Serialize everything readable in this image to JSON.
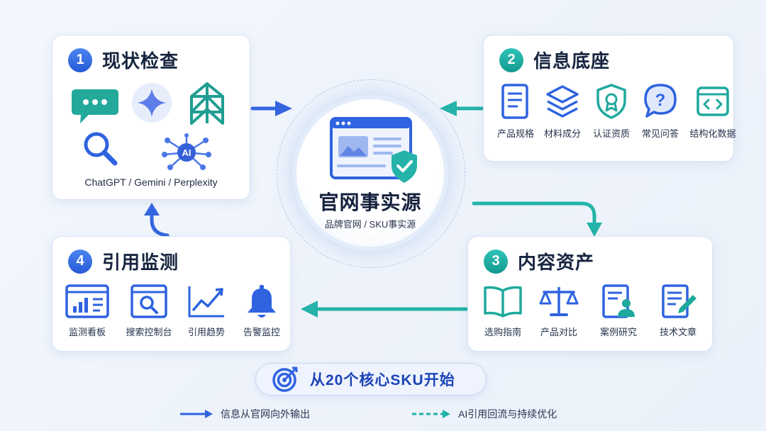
{
  "center": {
    "title": "官网事实源",
    "subtitle": "品牌官网 / SKU事实源"
  },
  "card1": {
    "number": "1",
    "title": "现状检查",
    "caption": "ChatGPT / Gemini / Perplexity",
    "ai_badge": "AI"
  },
  "card2": {
    "number": "2",
    "title": "信息底座",
    "items": [
      {
        "label": "产品规格",
        "icon": "spec-document-icon"
      },
      {
        "label": "材料成分",
        "icon": "layers-icon"
      },
      {
        "label": "认证资质",
        "icon": "certificate-shield-icon"
      },
      {
        "label": "常见问答",
        "icon": "question-bubble-icon"
      },
      {
        "label": "结构化数据",
        "icon": "code-window-icon"
      }
    ]
  },
  "card3": {
    "number": "3",
    "title": "内容资产",
    "items": [
      {
        "label": "选购指南",
        "icon": "open-book-icon"
      },
      {
        "label": "产品对比",
        "icon": "balance-scale-icon"
      },
      {
        "label": "案例研究",
        "icon": "case-profile-icon"
      },
      {
        "label": "技术文章",
        "icon": "edit-document-icon"
      }
    ]
  },
  "card4": {
    "number": "4",
    "title": "引用监测",
    "items": [
      {
        "label": "监测看板",
        "icon": "dashboard-icon"
      },
      {
        "label": "搜索控制台",
        "icon": "search-console-icon"
      },
      {
        "label": "引用趋势",
        "icon": "trend-chart-icon"
      },
      {
        "label": "告警监控",
        "icon": "bell-icon"
      }
    ]
  },
  "pill": {
    "text": "从20个核心SKU开始",
    "icon": "target-icon"
  },
  "legend": {
    "solid": "信息从官网向外输出",
    "dashed": "AI引用回流与持续优化"
  },
  "colors": {
    "blue": "#2f63e0",
    "teal": "#1fb3a8",
    "navy": "#16243f"
  }
}
